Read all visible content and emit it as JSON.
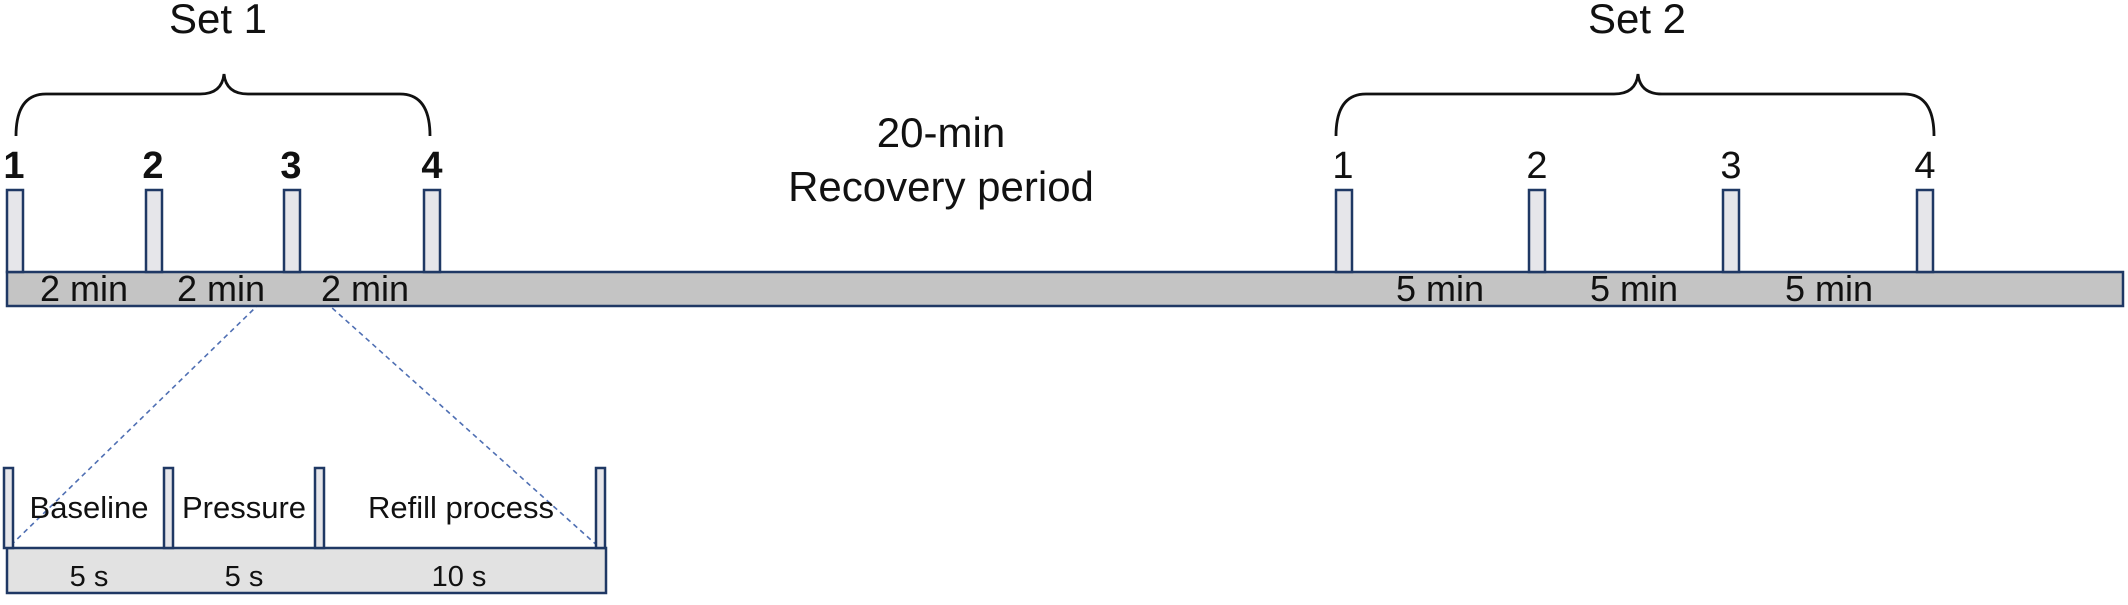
{
  "colors": {
    "bar_fill": "#c4c4c4",
    "detail_bar_fill": "#e2e2e2",
    "marker_fill": "#e6e6ea",
    "outline": "#1f3864",
    "connector": "#4f6fb3",
    "text": "#111111"
  },
  "set1": {
    "title": "Set 1",
    "markers": [
      "1",
      "2",
      "3",
      "4"
    ],
    "intervals": [
      "2 min",
      "2 min",
      "2 min"
    ]
  },
  "recovery": {
    "line1": "20-min",
    "line2": "Recovery period"
  },
  "set2": {
    "title": "Set 2",
    "markers": [
      "1",
      "2",
      "3",
      "4"
    ],
    "intervals": [
      "5 min",
      "5 min",
      "5 min"
    ]
  },
  "detail": {
    "phases": [
      "Baseline",
      "Pressure",
      "Refill process"
    ],
    "durations": [
      "5 s",
      "5 s",
      "10 s"
    ]
  }
}
